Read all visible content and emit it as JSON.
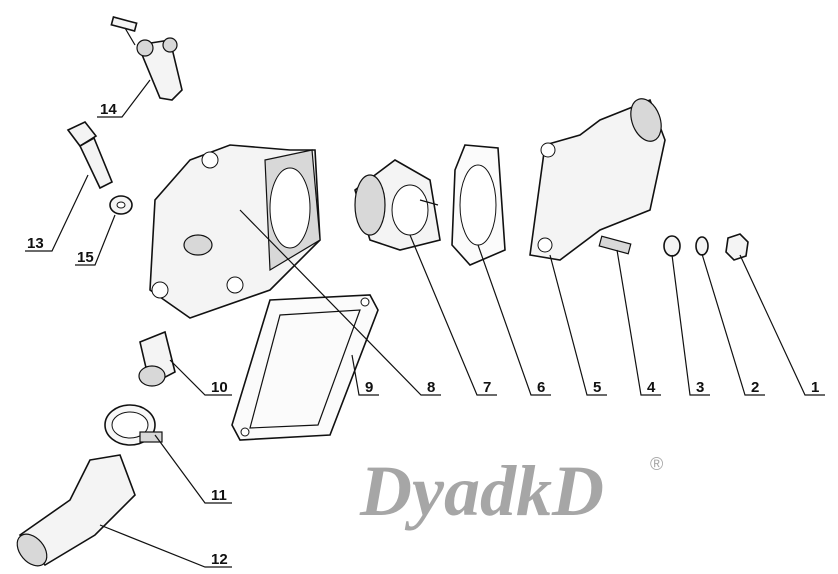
{
  "diagram": {
    "watermark": "DyadkD",
    "watermark_mark": "®",
    "callouts": [
      {
        "id": "1",
        "label": "1"
      },
      {
        "id": "2",
        "label": "2"
      },
      {
        "id": "3",
        "label": "3"
      },
      {
        "id": "4",
        "label": "4"
      },
      {
        "id": "5",
        "label": "5"
      },
      {
        "id": "6",
        "label": "6"
      },
      {
        "id": "7",
        "label": "7"
      },
      {
        "id": "8",
        "label": "8"
      },
      {
        "id": "9",
        "label": "9"
      },
      {
        "id": "10",
        "label": "10"
      },
      {
        "id": "11",
        "label": "11"
      },
      {
        "id": "12",
        "label": "12"
      },
      {
        "id": "13",
        "label": "13"
      },
      {
        "id": "14",
        "label": "14"
      },
      {
        "id": "15",
        "label": "15"
      }
    ]
  }
}
